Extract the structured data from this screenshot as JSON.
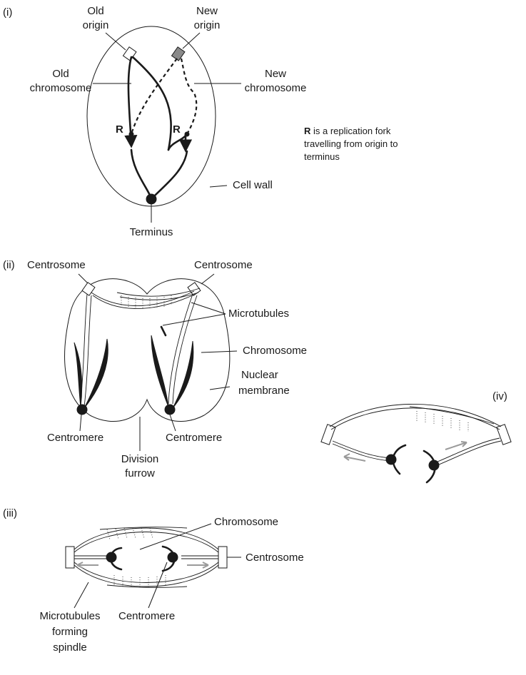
{
  "panels": {
    "i": {
      "tag": "(i)",
      "old_origin": [
        "Old",
        "origin"
      ],
      "new_origin": [
        "New",
        "origin"
      ],
      "old_chromosome": [
        "Old",
        "chromosome"
      ],
      "new_chromosome": [
        "New",
        "chromosome"
      ],
      "fork_left": "R",
      "fork_right": "R",
      "cell_wall": "Cell wall",
      "terminus": "Terminus",
      "note_bold": "R",
      "note_lines": [
        " is a replication fork",
        "travelling from origin to",
        "terminus"
      ]
    },
    "ii": {
      "tag": "(ii)",
      "centrosome_left": "Centrosome",
      "centrosome_right": "Centrosome",
      "microtubules": "Microtubules",
      "chromosome": "Chromosome",
      "nuclear_membrane": [
        "Nuclear",
        "membrane"
      ],
      "centromere_left": "Centromere",
      "centromere_right": "Centromere",
      "division_furrow": [
        "Division",
        "furrow"
      ]
    },
    "iii": {
      "tag": "(iii)",
      "chromosome": "Chromosome",
      "centrosome": "Centrosome",
      "microtubules": [
        "Microtubules",
        "forming",
        "spindle"
      ],
      "centromere": "Centromere"
    },
    "iv": {
      "tag": "(iv)"
    }
  }
}
